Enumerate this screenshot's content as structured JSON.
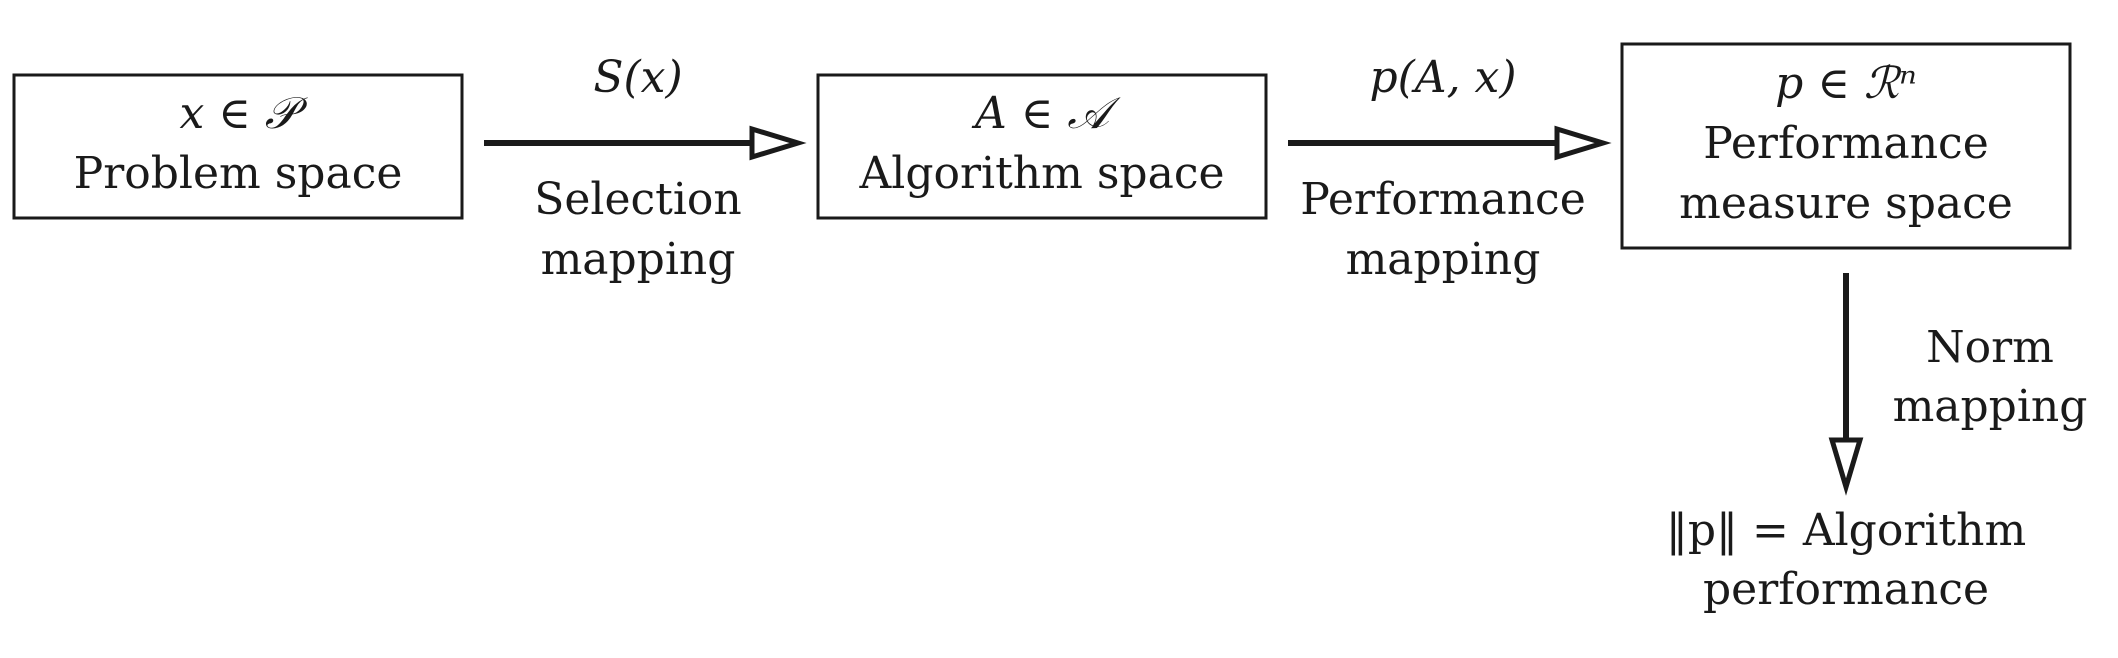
{
  "nodes": {
    "problem": {
      "math": "x ∈ 𝒫",
      "label": "Problem space"
    },
    "algorithm": {
      "math": "A ∈ 𝒜",
      "label": "Algorithm space"
    },
    "performance": {
      "math": "p ∈ ℛⁿ",
      "label_line1": "Performance",
      "label_line2": "measure space"
    },
    "result": {
      "line1": "‖p‖ = Algorithm",
      "line2": "performance"
    }
  },
  "edges": {
    "selection": {
      "math": "S(x)",
      "line1": "Selection",
      "line2": "mapping"
    },
    "performance_map": {
      "math": "p(A, x)",
      "line1": "Performance",
      "line2": "mapping"
    },
    "norm": {
      "line1": "Norm",
      "line2": "mapping"
    }
  }
}
